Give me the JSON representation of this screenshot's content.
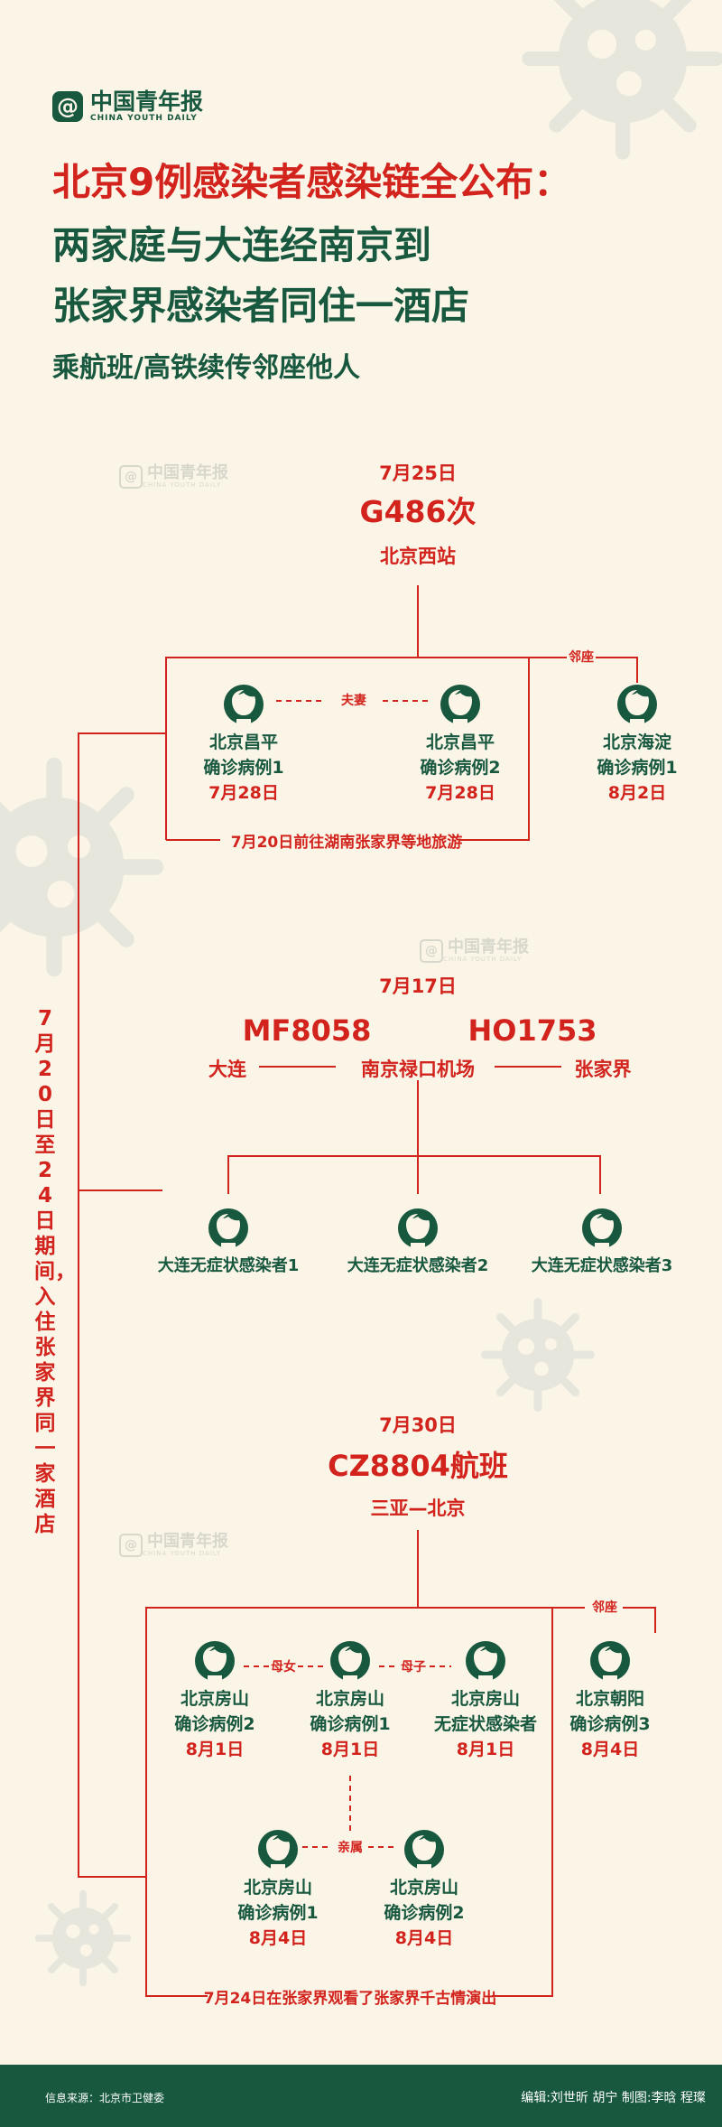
{
  "brand": {
    "name": "中国青年报",
    "en": "CHINA YOUTH DAILY"
  },
  "title": {
    "line1": "北京9例感染者感染链全公布：",
    "line2": "两家庭与大连经南京到",
    "line3": "张家界感染者同住一酒店",
    "line4": "乘航班/高铁续传邻座他人"
  },
  "side_note": "7月20日至24日期间，入住张家界同一家酒店",
  "group1": {
    "date": "7月25日",
    "trip": "G486次",
    "station": "北京西站",
    "couple_label": "夫妻",
    "seat_label": "邻座",
    "p1": {
      "line1": "北京昌平",
      "line2": "确诊病例1",
      "date": "7月28日"
    },
    "p2": {
      "line1": "北京昌平",
      "line2": "确诊病例2",
      "date": "7月28日"
    },
    "p3": {
      "line1": "北京海淀",
      "line2": "确诊病例1",
      "date": "8月2日"
    },
    "note": "7月20日前往湖南张家界等地旅游"
  },
  "group2": {
    "date": "7月17日",
    "flight1": "MF8058",
    "flight2": "HO1753",
    "origin": "大连",
    "hub": "南京禄口机场",
    "dest": "张家界",
    "p1": "大连无症状感染者1",
    "p2": "大连无症状感染者2",
    "p3": "大连无症状感染者3"
  },
  "group3": {
    "date": "7月30日",
    "trip": "CZ8804航班",
    "route": "三亚—北京",
    "seat_label": "邻座",
    "mother_daughter": "母女",
    "mother_son": "母子",
    "relatives": "亲属",
    "p1": {
      "line1": "北京房山",
      "line2": "确诊病例2",
      "date": "8月1日"
    },
    "p2": {
      "line1": "北京房山",
      "line2": "确诊病例1",
      "date": "8月1日"
    },
    "p3": {
      "line1": "北京房山",
      "line2": "无症状感染者",
      "date": "8月1日"
    },
    "p4": {
      "line1": "北京朝阳",
      "line2": "确诊病例3",
      "date": "8月4日"
    },
    "p5": {
      "line1": "北京房山",
      "line2": "确诊病例1",
      "date": "8月4日"
    },
    "p6": {
      "line1": "北京房山",
      "line2": "确诊病例2",
      "date": "8月4日"
    },
    "note": "7月24日在张家界观看了张家界千古情演出"
  },
  "footer": {
    "source": "信息来源：北京市卫健委",
    "credits": "编辑:刘世昕 胡宁  制图:李晗 程璨"
  },
  "colors": {
    "red": "#d2231d",
    "green": "#17583f",
    "background": "#fbf5e8"
  }
}
